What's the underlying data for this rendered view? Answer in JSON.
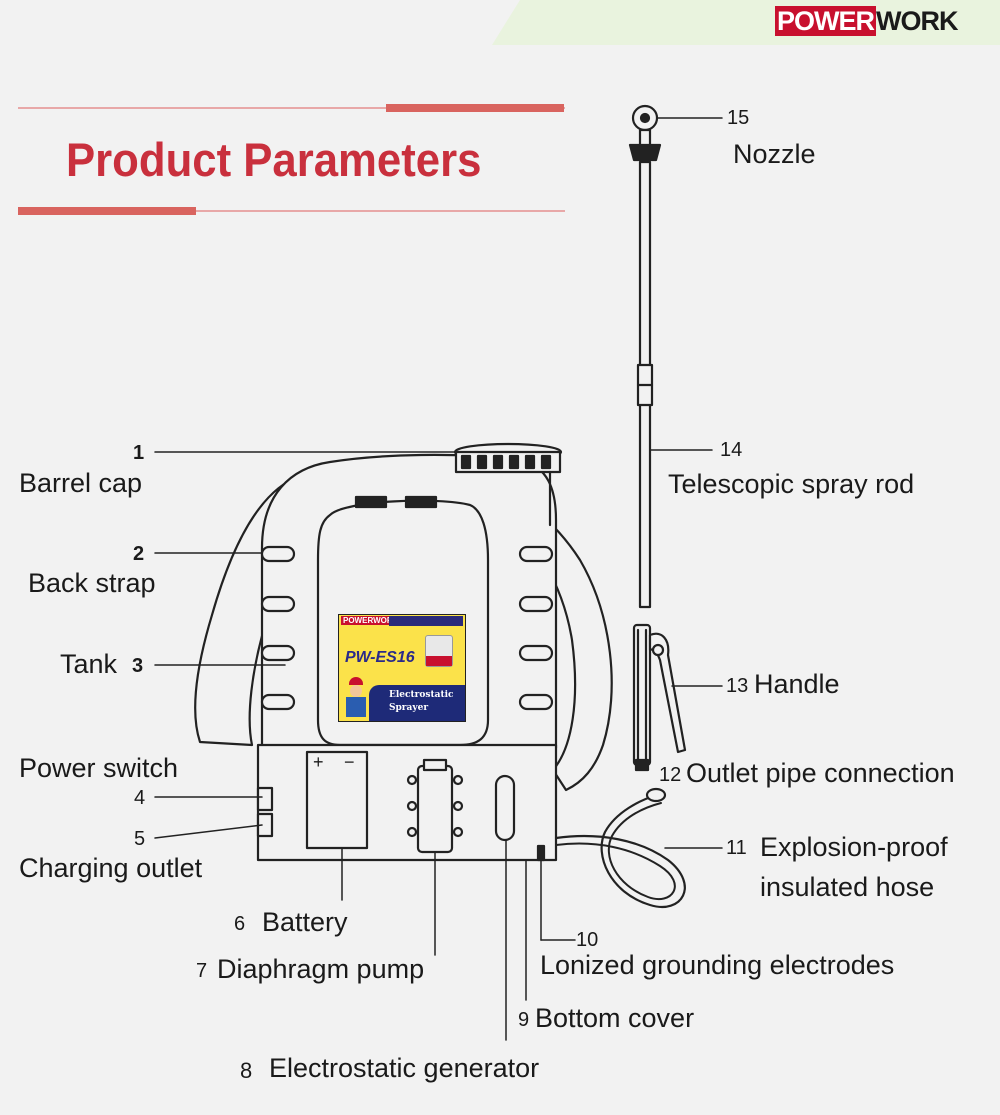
{
  "brand": {
    "part1": "POWER",
    "part2": "WORK"
  },
  "title": "Product Parameters",
  "panel": {
    "logo": "POWERWORK",
    "model": "PW-ES16",
    "line1": "Electrostatic",
    "line2": "Sprayer"
  },
  "battery_signs": {
    "plus": "+",
    "minus": "−"
  },
  "parts": [
    {
      "num": "1",
      "name": "Barrel cap"
    },
    {
      "num": "2",
      "name": "Back strap"
    },
    {
      "num": "3",
      "name": "Tank"
    },
    {
      "num": "4",
      "name": "Power switch"
    },
    {
      "num": "5",
      "name": "Charging outlet"
    },
    {
      "num": "6",
      "name": "Battery"
    },
    {
      "num": "7",
      "name": "Diaphragm pump"
    },
    {
      "num": "8",
      "name": "Electrostatic generator"
    },
    {
      "num": "9",
      "name": "Bottom cover"
    },
    {
      "num": "10",
      "name": "Lonized grounding electrodes"
    },
    {
      "num": "11",
      "name": "Explosion-proof",
      "name2": "insulated hose"
    },
    {
      "num": "12",
      "name": "Outlet pipe connection"
    },
    {
      "num": "13",
      "name": "Handle"
    },
    {
      "num": "14",
      "name": "Telescopic spray rod"
    },
    {
      "num": "15",
      "name": "Nozzle"
    }
  ]
}
